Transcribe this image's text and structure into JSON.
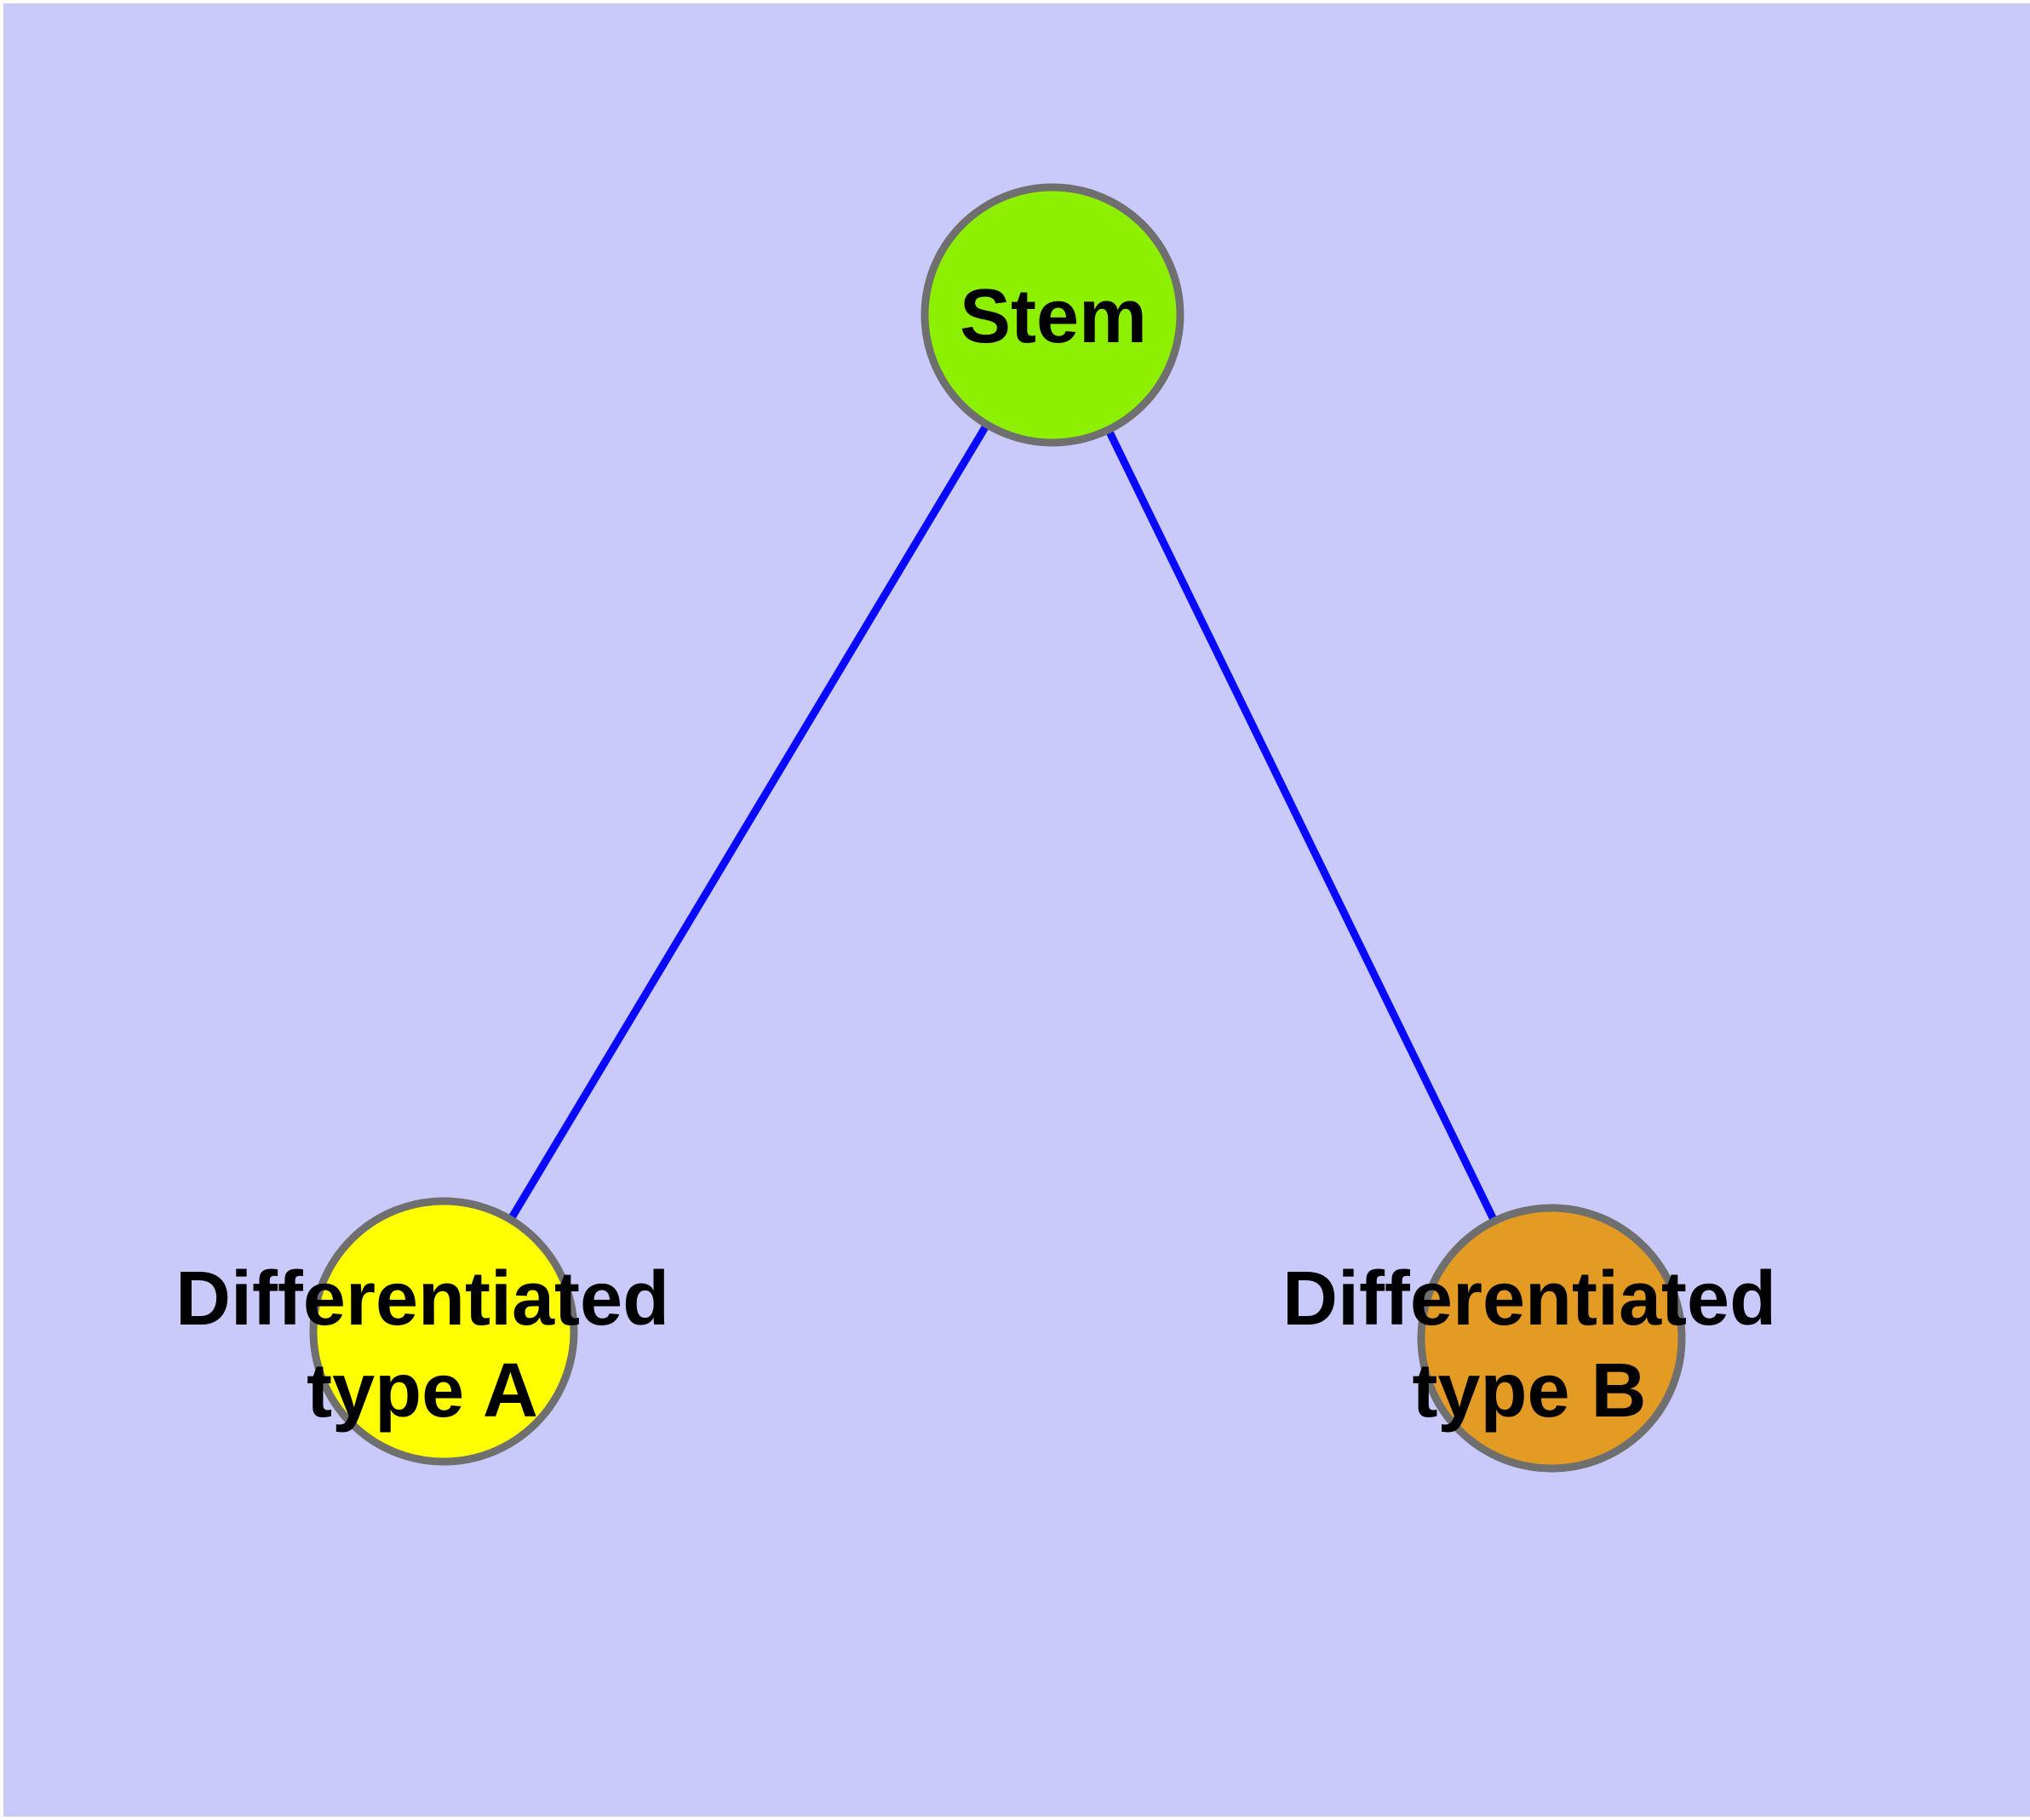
{
  "diagram": {
    "background_color": "#CACAFA",
    "page_margin_color": "#FFFFFF",
    "edge_color": "#0909FF",
    "node_border_color": "#6F6F6F",
    "label_color": "#000000",
    "nodes": [
      {
        "id": "stem",
        "label": "Stem",
        "label_line1": "Stem",
        "label_line2": "",
        "color": "#8DF000"
      },
      {
        "id": "type-a",
        "label": "Differentiated type A",
        "label_line1": "Differentiated",
        "label_line2": "type A",
        "color": "#FFFF00"
      },
      {
        "id": "type-b",
        "label": "Differentiated type B",
        "label_line1": "Differentiated",
        "label_line2": "type B",
        "color": "#E39B23"
      }
    ],
    "edges": [
      {
        "from": "Stem",
        "to": "Differentiated type A"
      },
      {
        "from": "Stem",
        "to": "Differentiated type B"
      }
    ]
  }
}
